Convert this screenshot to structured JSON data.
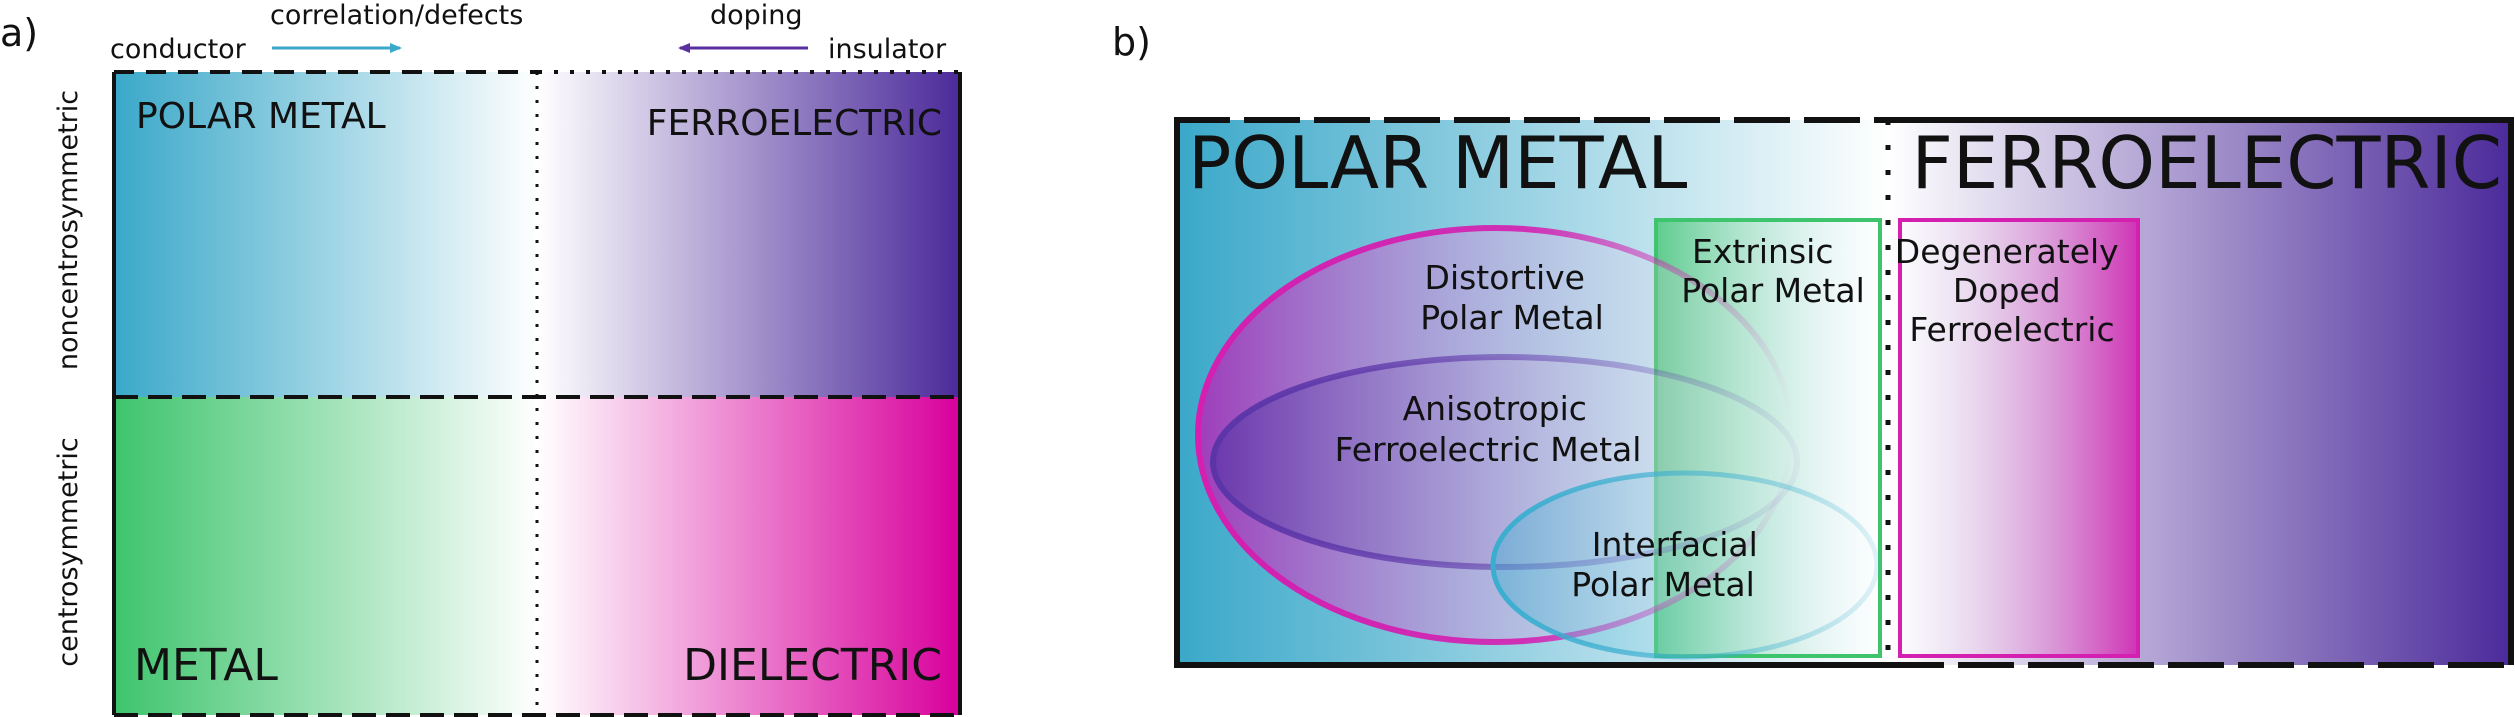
{
  "panel_a": {
    "label": "a)",
    "arrow_left_label": "correlation/defects",
    "arrow_right_label": "doping",
    "left_axis_end": "conductor",
    "right_axis_end": "insulator",
    "row_top_label": "noncentrosymmetric",
    "row_bottom_label": "centrosymmetric",
    "quad_polar_metal": "POLAR METAL",
    "quad_ferroelectric": "FERROELECTRIC",
    "quad_metal": "METAL",
    "quad_dielectric": "DIELECTRIC",
    "colors": {
      "polar_metal": "#3aa8c9",
      "ferroelectric": "#4b2a9a",
      "metal": "#3ec46d",
      "dielectric": "#d8009c",
      "arrow_left": "#3aa8c9",
      "arrow_right": "#5a2fa0"
    }
  },
  "panel_b": {
    "label": "b)",
    "title_left": "POLAR METAL",
    "title_right": "FERROELECTRIC",
    "distortive": [
      "Distortive",
      "Polar Metal"
    ],
    "anisotropic": [
      "Anisotropic",
      "Ferroelectric Metal"
    ],
    "interfacial": [
      "Interfacial",
      "Polar Metal"
    ],
    "extrinsic": [
      "Extrinsic",
      "Polar Metal"
    ],
    "degenerately": [
      "Degenerately",
      "Doped",
      "Ferroelectric"
    ],
    "colors": {
      "distortive": "#d41fb0",
      "anisotropic": "#5b35a8",
      "interfacial": "#3aaed0",
      "extrinsic": "#3ec46d",
      "degenerately": "#d41fb0"
    }
  }
}
